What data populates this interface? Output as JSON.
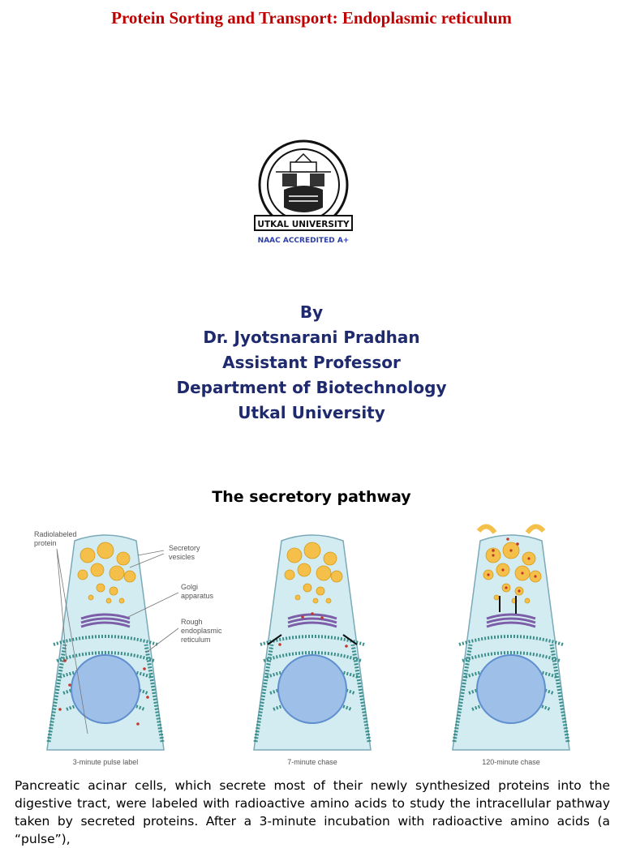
{
  "header": {
    "title": "Protein Sorting and Transport:  Endoplasmic reticulum"
  },
  "logo": {
    "ribbon_text": "UTKAL UNIVERSITY",
    "accreditation": "NAAC ACCREDITED A+",
    "icon": "university-seal-icon"
  },
  "author": {
    "by": "By",
    "name": "Dr. Jyotsnarani Pradhan",
    "designation": "Assistant Professor",
    "department": "Department of Biotechnology",
    "university": "Utkal University"
  },
  "section": {
    "heading": "The secretory pathway"
  },
  "figure": {
    "labels": {
      "radiolabeled": [
        "Radiolabeled",
        "protein"
      ],
      "secretory": [
        "Secretory",
        "vesicles"
      ],
      "golgi": [
        "Golgi",
        "apparatus"
      ],
      "rer": [
        "Rough",
        "endoplasmic",
        "reticulum"
      ]
    },
    "panels": [
      "3-minute pulse label",
      "7-minute chase",
      "120-minute chase"
    ],
    "colors": {
      "vesicle": "#f4c04a",
      "golgi": "#7b5ea7",
      "er": "#3a8f8a",
      "nucleus": "#9ebfe8",
      "cell": "#d3ecf2",
      "label": "#c0392b"
    }
  },
  "caption": {
    "text": "Pancreatic acinar cells, which secrete most of their newly synthesized proteins into the digestive tract, were labeled with radioactive amino acids to study the intracellular pathway taken by secreted proteins. After a 3-minute incubation with radioactive amino acids (a “pulse”),"
  }
}
